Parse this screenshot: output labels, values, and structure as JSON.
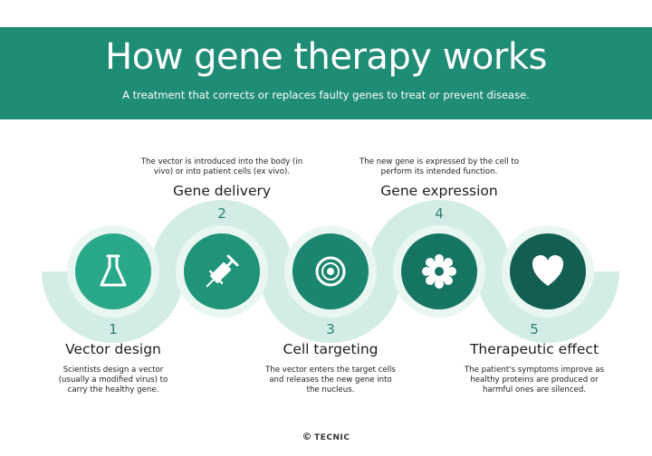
{
  "header": {
    "title": "How gene therapy works",
    "subtitle": "A treatment that corrects or replaces faulty genes to treat or prevent disease."
  },
  "steps": [
    {
      "number": "1",
      "title": "Vector design",
      "description": "Scientists design a vector (usually a modified virus) to carry the healthy gene.",
      "icon": "flask-icon"
    },
    {
      "number": "2",
      "title": "Gene delivery",
      "description": "The vector is introduced into the body (in vivo) or into patient cells (ex vivo).",
      "icon": "syringe-icon"
    },
    {
      "number": "3",
      "title": "Cell targeting",
      "description": "The vector enters the target cells and releases the new gene into the nucleus.",
      "icon": "target-cell-icon"
    },
    {
      "number": "4",
      "title": "Gene expression",
      "description": "The new gene is expressed by the cell to perform its intended function.",
      "icon": "gear-icon"
    },
    {
      "number": "5",
      "title": "Therapeutic effect",
      "description": "The patient's symptoms improve as healthy proteins are produced or harmful ones are silenced.",
      "icon": "heart-icon"
    }
  ],
  "colors": {
    "banner": "#1f8c75",
    "wave": "#d3ede6",
    "circles": [
      "#2aa98a",
      "#1f9478",
      "#1a8670",
      "#167462",
      "#125e50"
    ]
  },
  "footer": {
    "logo_mark": "©",
    "brand": "TECNIC"
  }
}
